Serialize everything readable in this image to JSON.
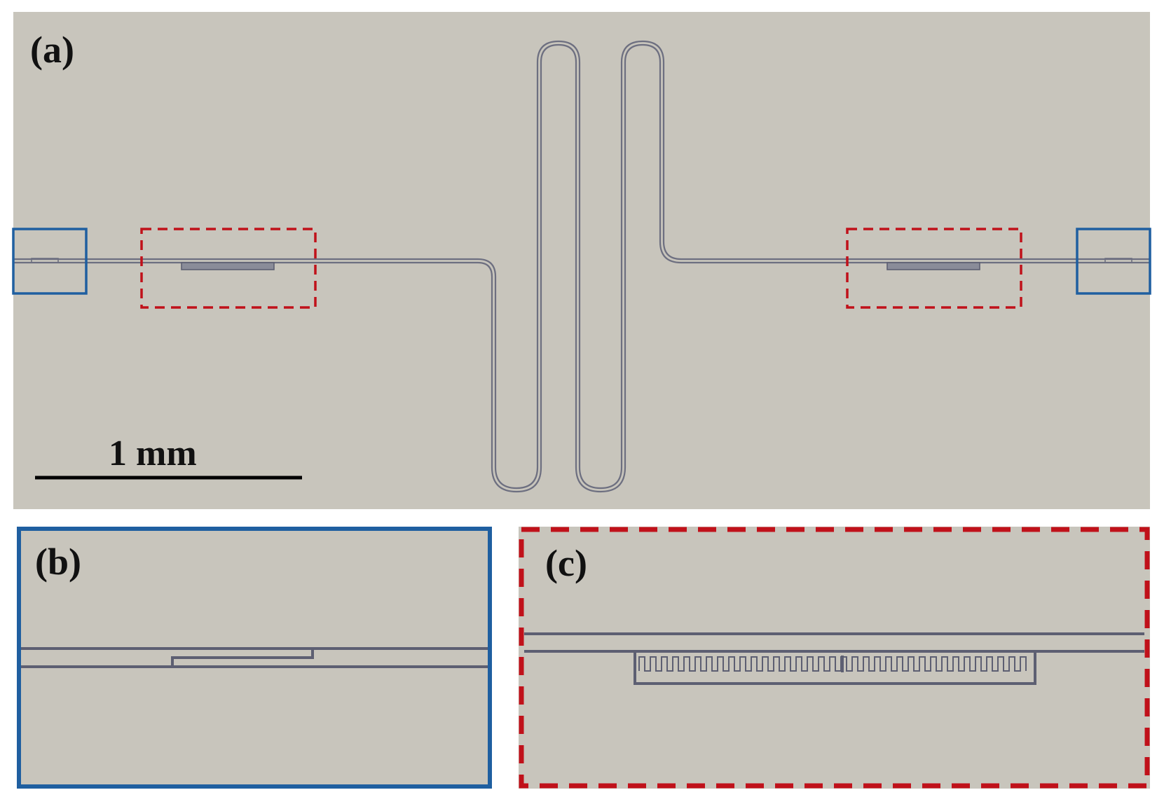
{
  "panels": {
    "a": {
      "label": "(a)"
    },
    "b": {
      "label": "(b)"
    },
    "c": {
      "label": "(c)"
    }
  },
  "scale_bar": {
    "text": "1 mm"
  },
  "colors": {
    "background": "#c8c5bc",
    "line": "#5d5f72",
    "inset_b_frame": "#1f5fa0",
    "inset_c_frame": "#c0111a",
    "scale_bar": "#000000"
  }
}
